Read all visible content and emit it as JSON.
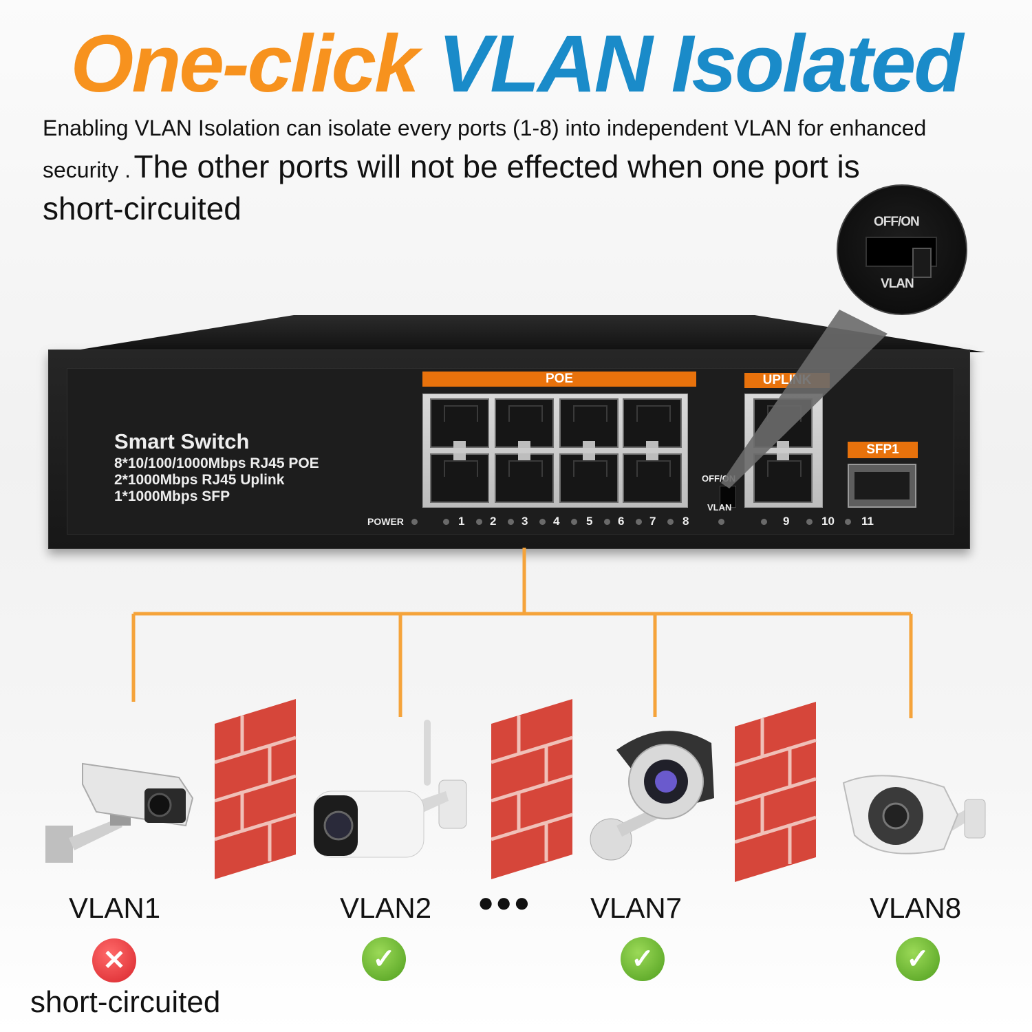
{
  "headline": {
    "part1": "One-click",
    "part2": "VLAN Isolated"
  },
  "description": {
    "small": "Enabling VLAN Isolation can isolate every ports (1-8) into independent VLAN for enhanced security .",
    "big": "The other ports will not be effected when one port is short-circuited"
  },
  "switch": {
    "title": "Smart Switch",
    "specs": [
      "8*10/100/1000Mbps RJ45 POE",
      "2*1000Mbps RJ45 Uplink",
      "1*1000Mbps SFP"
    ],
    "poe_label": "POE",
    "uplink_label": "UPLINK",
    "sfp_label": "SFP1",
    "power_label": "POWER",
    "dip_on_label": "OFF/ON",
    "dip_vlan_label": "VLAN",
    "port_numbers": [
      "1",
      "2",
      "3",
      "4",
      "5",
      "6",
      "7",
      "8",
      "9",
      "10",
      "11"
    ]
  },
  "zoom": {
    "top_label": "OFF/ON",
    "bottom_label": "VLAN"
  },
  "vlans": [
    {
      "label": "VLAN1",
      "status": "fail"
    },
    {
      "label": "VLAN2",
      "status": "ok"
    },
    {
      "label": "VLAN7",
      "status": "ok"
    },
    {
      "label": "VLAN8",
      "status": "ok"
    }
  ],
  "ellipsis": "●●●",
  "fail_note": "short-circuited",
  "colors": {
    "orange": "#f7921e",
    "blue": "#1a8bc9",
    "brick": "#d6463a",
    "wire": "#f5a33a",
    "ok": "#5fb52a",
    "fail": "#e0333a"
  },
  "icons": {
    "ok": "check-icon",
    "fail": "cross-icon"
  }
}
